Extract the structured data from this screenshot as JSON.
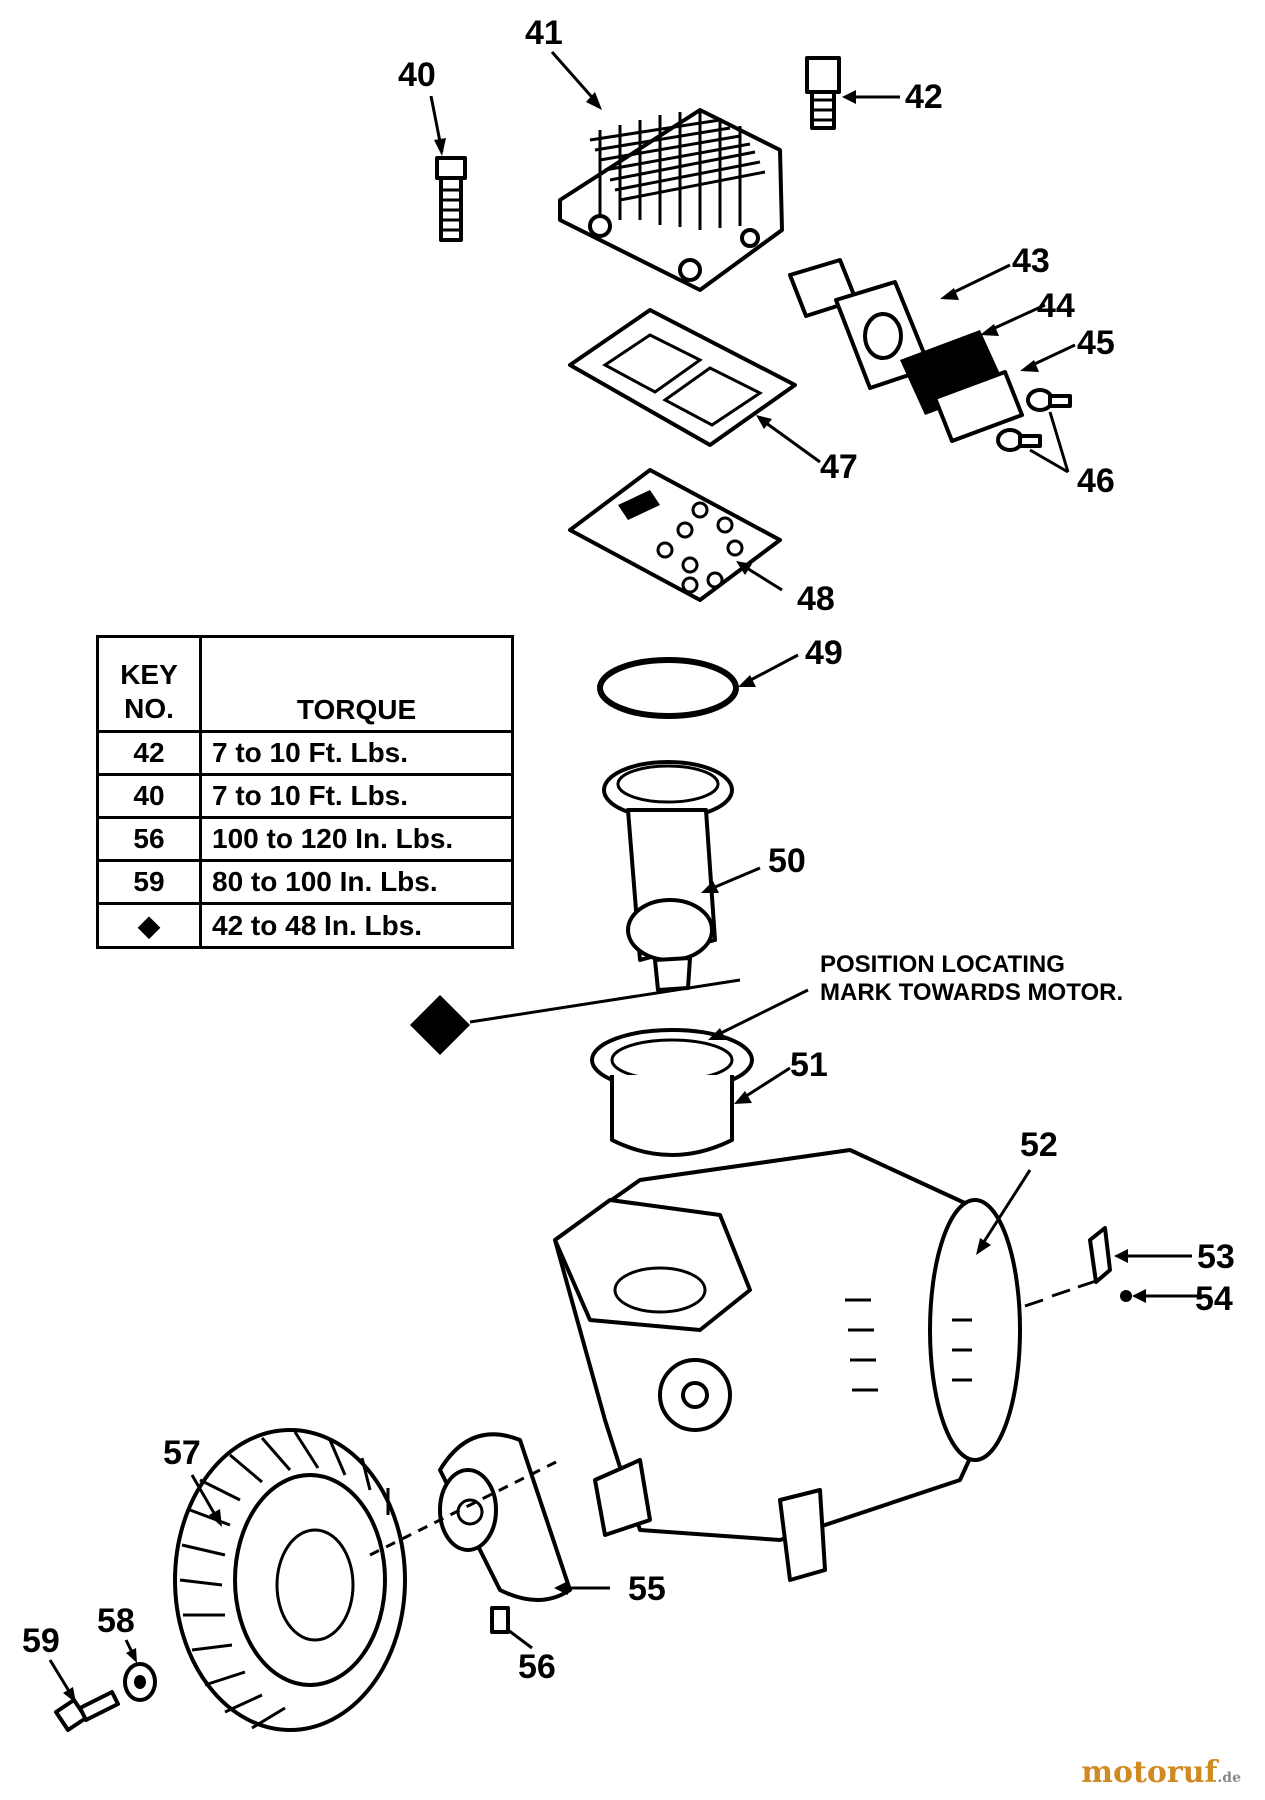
{
  "callouts": {
    "c40": "40",
    "c41": "41",
    "c42": "42",
    "c43": "43",
    "c44": "44",
    "c45": "45",
    "c46": "46",
    "c47": "47",
    "c48": "48",
    "c49": "49",
    "c50": "50",
    "c51": "51",
    "c52": "52",
    "c53": "53",
    "c54": "54",
    "c55": "55",
    "c56": "56",
    "c57": "57",
    "c58": "58",
    "c59": "59"
  },
  "note": {
    "line1": "POSITION LOCATING",
    "line2": "MARK TOWARDS MOTOR."
  },
  "torque_table": {
    "header_key_line1": "KEY",
    "header_key_line2": "NO.",
    "header_torque": "TORQUE",
    "rows": [
      {
        "key": "42",
        "torque": "7 to 10 Ft. Lbs."
      },
      {
        "key": "40",
        "torque": "7 to 10 Ft. Lbs."
      },
      {
        "key": "56",
        "torque": "100 to 120 In. Lbs."
      },
      {
        "key": "59",
        "torque": "80 to 100 In. Lbs."
      },
      {
        "key": "◆",
        "torque": "42 to 48 In. Lbs."
      }
    ]
  },
  "watermark": {
    "text": "motoruf",
    "suffix": ".de"
  }
}
